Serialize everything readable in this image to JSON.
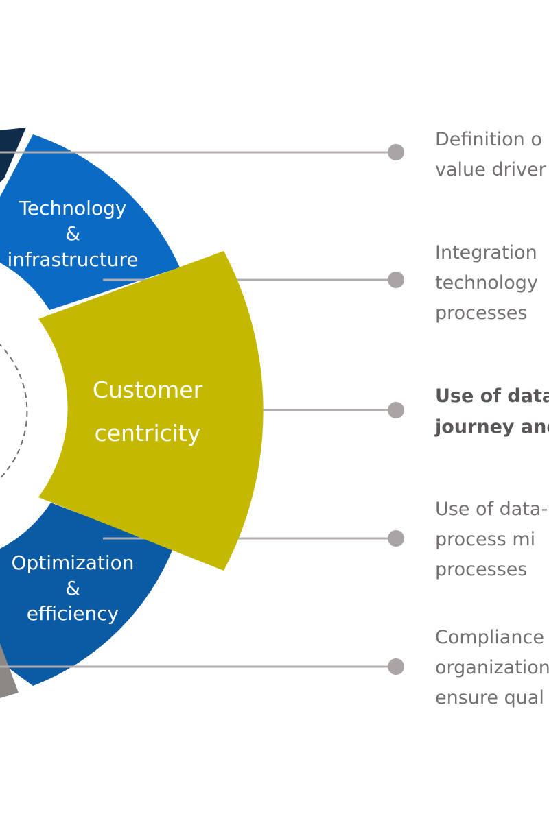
{
  "segments": {
    "top_dark": {
      "color": "#0f2c4a"
    },
    "technology": {
      "line1": "Technology",
      "line2": "&",
      "line3": "infrastructure",
      "color": "#0b6bc4"
    },
    "customer": {
      "line1": "Customer",
      "line2": "centricity",
      "color": "#c4b800"
    },
    "optimization": {
      "line1": "Optimization",
      "line2": "&",
      "line3": "efficiency",
      "color": "#0a5aa4"
    },
    "bottom_gray": {
      "color": "#8d8886"
    }
  },
  "descriptions": [
    {
      "lines": [
        "Definition o",
        "value driver"
      ],
      "bold": false
    },
    {
      "lines": [
        "Integration",
        "technology",
        "processes"
      ],
      "bold": false
    },
    {
      "lines": [
        "Use of data",
        "journey and"
      ],
      "bold": true
    },
    {
      "lines": [
        "Use of data-",
        "process mi",
        "processes"
      ],
      "bold": false
    },
    {
      "lines": [
        "Compliance",
        "organization",
        "ensure qual"
      ],
      "bold": false
    }
  ],
  "colors": {
    "connector": "#b3aeae",
    "dot": "#aaa4a4",
    "text": "#767171"
  }
}
